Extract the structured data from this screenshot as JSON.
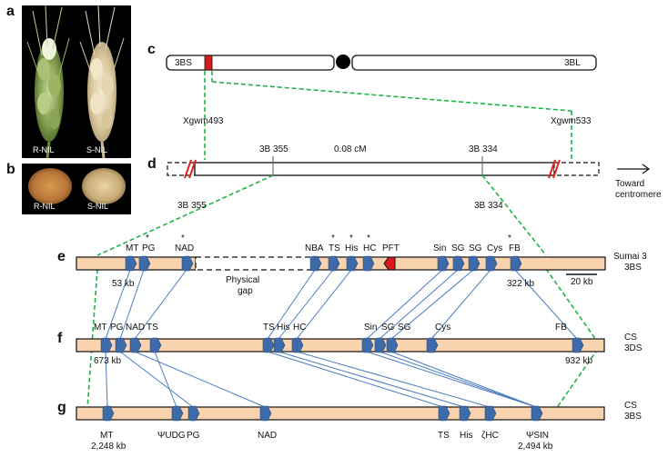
{
  "panels": {
    "a": "a",
    "b": "b",
    "c": "c",
    "d": "d",
    "e": "e",
    "f": "f",
    "g": "g"
  },
  "photos": {
    "spikes": {
      "left_label": "R-NIL",
      "right_label": "S-NIL"
    },
    "grains": {
      "left_label": "R-NIL",
      "right_label": "S-NIL"
    }
  },
  "chromosome": {
    "short_arm": "3BS",
    "long_arm": "3BL"
  },
  "markers": {
    "left": "Xgwm493",
    "right": "Xgwm533"
  },
  "genetic_map": {
    "marker_left": "3B 355",
    "marker_right": "3B 334",
    "distance": "0.08 cM",
    "direction_label_line1": "Toward",
    "direction_label_line2": "centromere"
  },
  "zoom_labels": {
    "left": "3B 355",
    "right": "3B 334"
  },
  "tracks": {
    "e": {
      "name_line1": "Sumai 3",
      "name_line2": "3BS",
      "gap_label_line1": "Physical",
      "gap_label_line2": "gap",
      "left_dist": "53 kb",
      "right_dist": "322 kb",
      "scale": "20 kb"
    },
    "f": {
      "name_line1": "CS",
      "name_line2": "3DS",
      "left_dist": "673 kb",
      "right_dist": "932 kb"
    },
    "g": {
      "name_line1": "CS",
      "name_line2": "3BS",
      "left_dist_line1": "MT",
      "left_dist_line2": "2,248 kb",
      "right_dist_line1": "ΨSIN",
      "right_dist_line2": "2,494 kb"
    }
  },
  "genes_e": [
    "MT",
    "PG",
    "NAD",
    "NBA",
    "TS",
    "His",
    "HC",
    "PFT",
    "Sin",
    "SG",
    "SG",
    "Cys",
    "FB"
  ],
  "stars_e": [
    "*",
    "*",
    "*",
    "*",
    "*"
  ],
  "genes_f": [
    "MT",
    "PG",
    "NAD",
    "TS",
    "TS",
    "His",
    "HC",
    "Sin",
    "SG",
    "SG",
    "Cys",
    "FB"
  ],
  "genes_g": [
    "ΨUDG",
    "PG",
    "NAD",
    "TS",
    "His",
    "ζHC"
  ],
  "colors": {
    "track_fill": "#f9d2ae",
    "gene_fill": "#3d6aa8",
    "gene_stroke": "#2b4f82",
    "pft_fill": "#d91818",
    "connector": "#4a7cc0",
    "zoom_dash": "#1fb34a",
    "break_marks": "#e02020",
    "centromere": "#000000"
  }
}
